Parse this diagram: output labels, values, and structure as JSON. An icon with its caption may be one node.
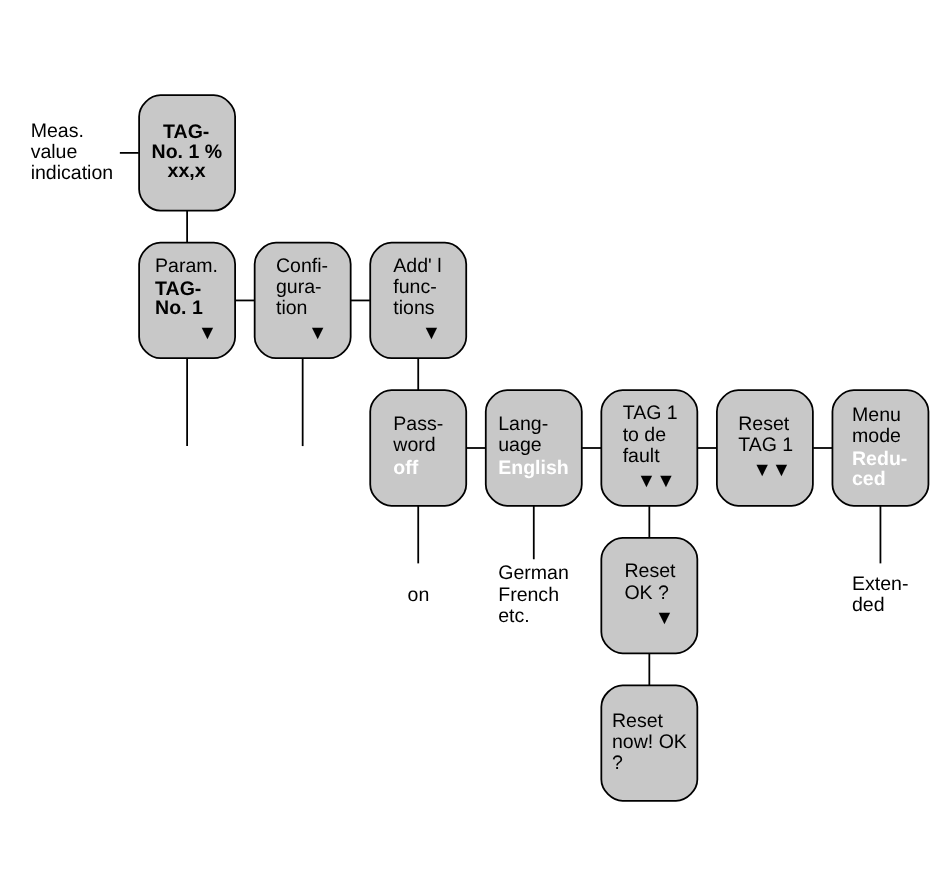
{
  "diagram": {
    "nodes": [
      {
        "text": [
          "TAG- No. 1 % xx,x"
        ]
      },
      {
        "text": [
          "Meas. value indication"
        ]
      },
      {
        "text": [
          "Param.",
          "TAG- No. 1",
          "▼"
        ]
      },
      {
        "text": [
          "Confi- gura- tion",
          "▼"
        ]
      },
      {
        "text": [
          "Add' l func- tions",
          "▼"
        ]
      },
      {
        "text": [
          "Pass- word",
          "off"
        ]
      },
      {
        "text": [
          "Lang- uage",
          "English"
        ]
      },
      {
        "text": [
          "TAG 1 to de fault",
          "▼▼"
        ]
      },
      {
        "text": [
          "Reset TAG 1",
          "▼▼"
        ]
      },
      {
        "text": [
          "Menu mode",
          "Redu- ced"
        ]
      },
      {
        "text": [
          "Reset OK ?",
          "▼"
        ]
      },
      {
        "text": [
          "Reset now! OK ?"
        ]
      },
      {
        "text": [
          "on"
        ]
      },
      {
        "text": [
          "German French etc."
        ]
      },
      {
        "text": [
          "Exten- ded"
        ]
      }
    ],
    "edges": [
      {
        "from": 0,
        "to": 2,
        "arrow": "none"
      },
      {
        "from": 1,
        "to": 0,
        "arrow": "none"
      },
      {
        "from": 2,
        "to": 3,
        "arrow": "none"
      },
      {
        "from": 3,
        "to": 4,
        "arrow": "none"
      },
      {
        "from": 2,
        "to": null,
        "arrow": "none"
      },
      {
        "from": 3,
        "to": null,
        "arrow": "none"
      },
      {
        "from": 4,
        "to": 5,
        "arrow": "none"
      },
      {
        "from": 5,
        "to": 6,
        "arrow": "none"
      },
      {
        "from": 6,
        "to": 7,
        "arrow": "none"
      },
      {
        "from": 7,
        "to": 8,
        "arrow": "none"
      },
      {
        "from": 8,
        "to": 9,
        "arrow": "none"
      },
      {
        "from": 5,
        "to": 12,
        "arrow": "none"
      },
      {
        "from": 6,
        "to": 13,
        "arrow": "none"
      },
      {
        "from": 9,
        "to": 14,
        "arrow": "none"
      },
      {
        "from": 7,
        "to": 10,
        "arrow": "none"
      },
      {
        "from": 10,
        "to": 11,
        "arrow": "none"
      }
    ]
  }
}
